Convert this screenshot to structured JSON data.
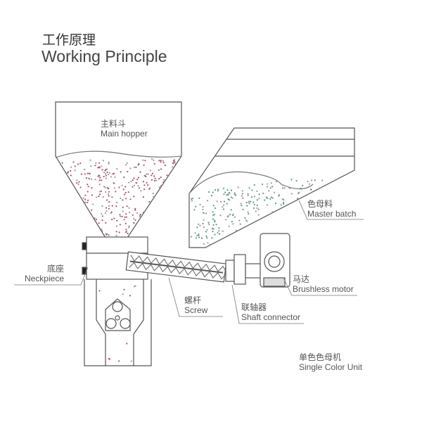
{
  "title": {
    "cn": "工作原理",
    "en": "Working Principle"
  },
  "labels": {
    "main_hopper": {
      "cn": "主料斗",
      "en": "Main hopper"
    },
    "master_batch": {
      "cn": "色母料",
      "en": "Master batch"
    },
    "neckpiece": {
      "cn": "底座",
      "en": "Neckpiece"
    },
    "screw": {
      "cn": "螺杆",
      "en": "Screw"
    },
    "shaft_connector": {
      "cn": "联轴器",
      "en": "Shaft connector"
    },
    "motor": {
      "cn": "马达",
      "en": "Brushless motor"
    },
    "unit": {
      "cn": "单色色母机",
      "en": "Single Color Unit"
    }
  },
  "colors": {
    "main_pellets": "#b0506a",
    "master_pellets": "#5a9a8a",
    "line": "#555555"
  }
}
